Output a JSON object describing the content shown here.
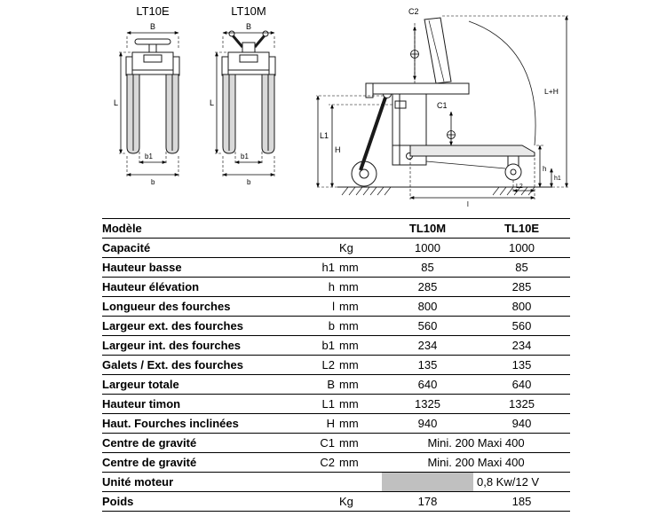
{
  "diagrams": {
    "front_e": {
      "title": "LT10E",
      "dim_top": "B",
      "dim_side": "L",
      "dim_inner": "b1",
      "dim_outer": "b"
    },
    "front_m": {
      "title": "LT10M",
      "dim_top": "B",
      "dim_side": "L",
      "dim_inner": "b1",
      "dim_outer": "b"
    },
    "side": {
      "dim_c2": "C2",
      "dim_c1": "C1",
      "dim_l1": "L1",
      "dim_h_upper": "H",
      "dim_lh": "L+H",
      "dim_h": "h",
      "dim_h1": "h1",
      "dim_l": "l",
      "dim_l2": "L2"
    }
  },
  "table": {
    "columns": {
      "model": "Modèle",
      "tl10m": "TL10M",
      "tl10e": "TL10E"
    },
    "motor_cell_bg": "#c0c0c0",
    "rows": [
      {
        "label": "Capacité",
        "sym": "",
        "unit": "Kg",
        "v1": "1000",
        "v2": "1000",
        "type": "normal"
      },
      {
        "label": "Hauteur basse",
        "sym": "h1",
        "unit": "mm",
        "v1": "85",
        "v2": "85",
        "type": "normal"
      },
      {
        "label": "Hauteur élévation",
        "sym": "h",
        "unit": "mm",
        "v1": "285",
        "v2": "285",
        "type": "normal"
      },
      {
        "label": "Longueur des fourches",
        "sym": "l",
        "unit": "mm",
        "v1": "800",
        "v2": "800",
        "type": "normal"
      },
      {
        "label": "Largeur ext. des fourches",
        "sym": "b",
        "unit": "mm",
        "v1": "560",
        "v2": "560",
        "type": "normal"
      },
      {
        "label": "Largeur int. des fourches",
        "sym": "b1",
        "unit": "mm",
        "v1": "234",
        "v2": "234",
        "type": "normal"
      },
      {
        "label": "Galets / Ext. des fourches",
        "sym": "L2",
        "unit": "mm",
        "v1": "135",
        "v2": "135",
        "type": "normal"
      },
      {
        "label": "Largeur totale",
        "sym": "B",
        "unit": "mm",
        "v1": "640",
        "v2": "640",
        "type": "normal"
      },
      {
        "label": "Hauteur timon",
        "sym": "L1",
        "unit": "mm",
        "v1": "1325",
        "v2": "1325",
        "type": "normal"
      },
      {
        "label": "Haut. Fourches inclinées",
        "sym": "H",
        "unit": "mm",
        "v1": "940",
        "v2": "940",
        "type": "normal"
      },
      {
        "label": "Centre de gravité",
        "sym": "C1",
        "unit": "mm",
        "span_value": "Mini. 200 Maxi 400",
        "type": "span"
      },
      {
        "label": "Centre de gravité",
        "sym": "C2",
        "unit": "mm",
        "span_value": "Mini. 200 Maxi 400",
        "type": "span"
      },
      {
        "label": "Unité moteur",
        "sym": "",
        "unit": "",
        "v1": "",
        "v2": "0,8 Kw/12 V",
        "type": "motor"
      },
      {
        "label": "Poids",
        "sym": "",
        "unit": "Kg",
        "v1": "178",
        "v2": "185",
        "type": "normal"
      }
    ]
  }
}
